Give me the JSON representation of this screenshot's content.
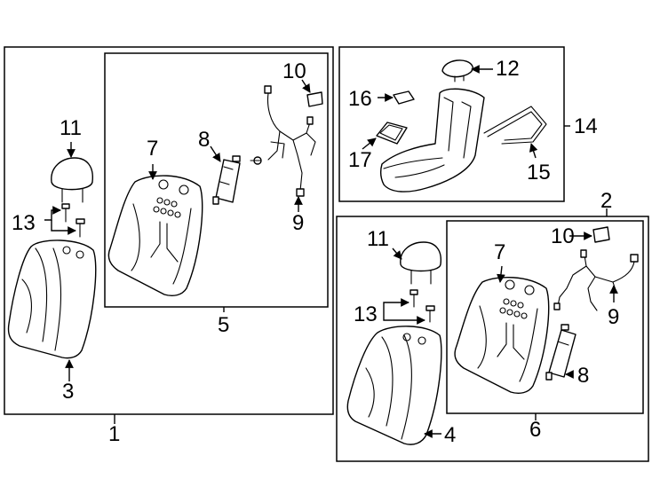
{
  "callouts": {
    "c1": "1",
    "c2": "2",
    "c3": "3",
    "c4": "4",
    "c5": "5",
    "c6": "6",
    "c7a": "7",
    "c7b": "7",
    "c8a": "8",
    "c8b": "8",
    "c9a": "9",
    "c9b": "9",
    "c10a": "10",
    "c10b": "10",
    "c11a": "11",
    "c11b": "11",
    "c12": "12",
    "c13a": "13",
    "c13b": "13",
    "c14": "14",
    "c15": "15",
    "c16": "16",
    "c17": "17"
  }
}
